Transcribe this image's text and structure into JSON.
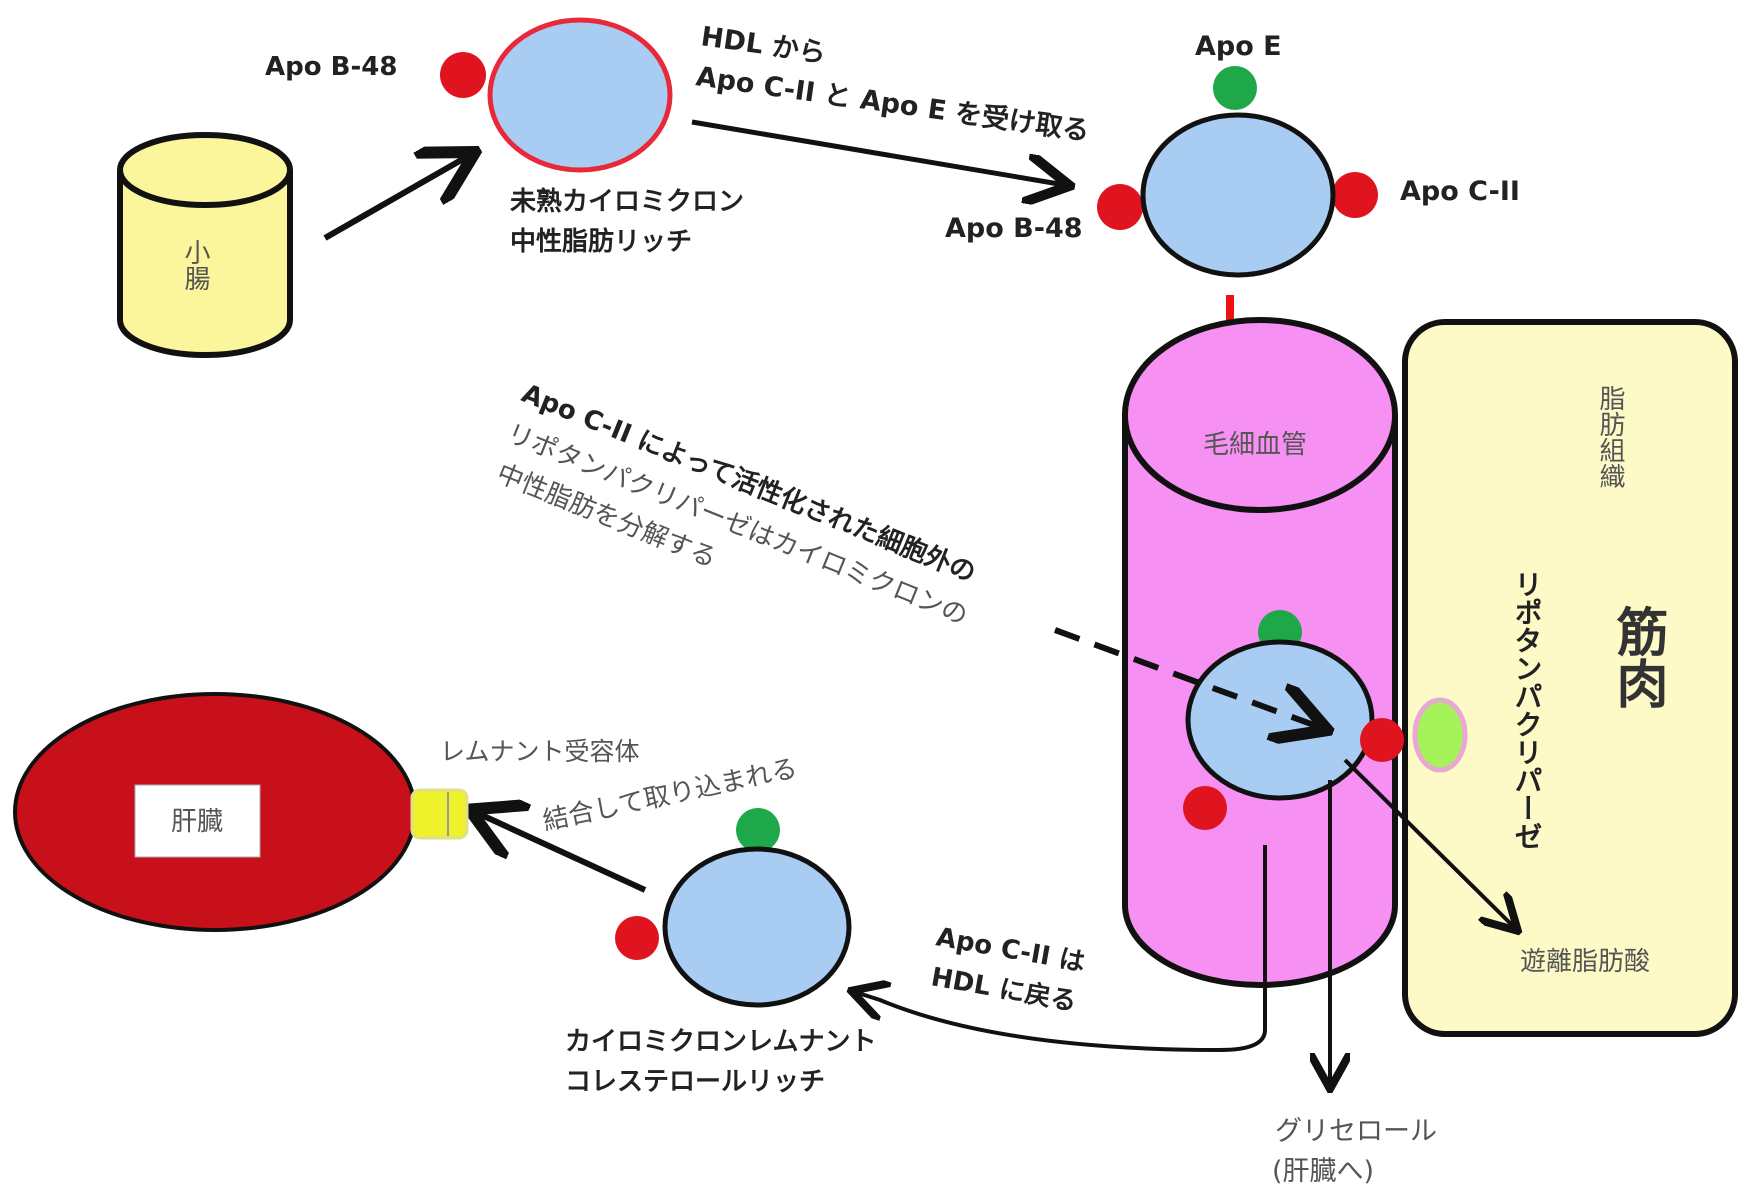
{
  "labels": {
    "apo_b48_top": "Apo B-48",
    "hdl_line1": "HDL から",
    "hdl_line2": "Apo C-II と Apo E を受け取る",
    "apo_e_top": "Apo E",
    "apo_c2_right": "Apo C-II",
    "apo_b48_right": "Apo B-48",
    "small_intestine": "小腸",
    "immature_cm_line1": "未熟カイロミクロン",
    "immature_cm_line2": "中性脂肪リッチ",
    "capillary": "毛細血管",
    "adipose": "脂肪組織",
    "muscle": "筋肉",
    "lpl_vertical": "リポタンパクリパーゼ",
    "lpl_line1": "Apo C-II によって活性化された細胞外の",
    "lpl_line2": "リポタンパクリパーゼはカイロミクロンの",
    "lpl_line3": "中性脂肪を分解する",
    "free_fatty_acid": "遊離脂肪酸",
    "liver": "肝臓",
    "remnant_receptor": "レムナント受容体",
    "bind_uptake": "結合して取り込まれる",
    "apo_c2_return_line1": "Apo C-II は",
    "apo_c2_return_line2": "HDL に戻る",
    "remnant_line1": "カイロミクロンレムナント",
    "remnant_line2": "コレステロールリッチ",
    "glycerol_line1": "グリセロール",
    "glycerol_line2": "(肝臓へ)"
  },
  "colors": {
    "particle_blue": "#a9cdf2",
    "apo_red": "#e0141e",
    "apo_green": "#1fa84a",
    "capillary_pink": "#f690f2",
    "tissue_cream": "#fdfac8",
    "liver_red": "#c8101a",
    "intestine_yellow": "#fbf59c",
    "receptor_yellow": "#eef22a",
    "lpl_green": "#a6f25a"
  }
}
